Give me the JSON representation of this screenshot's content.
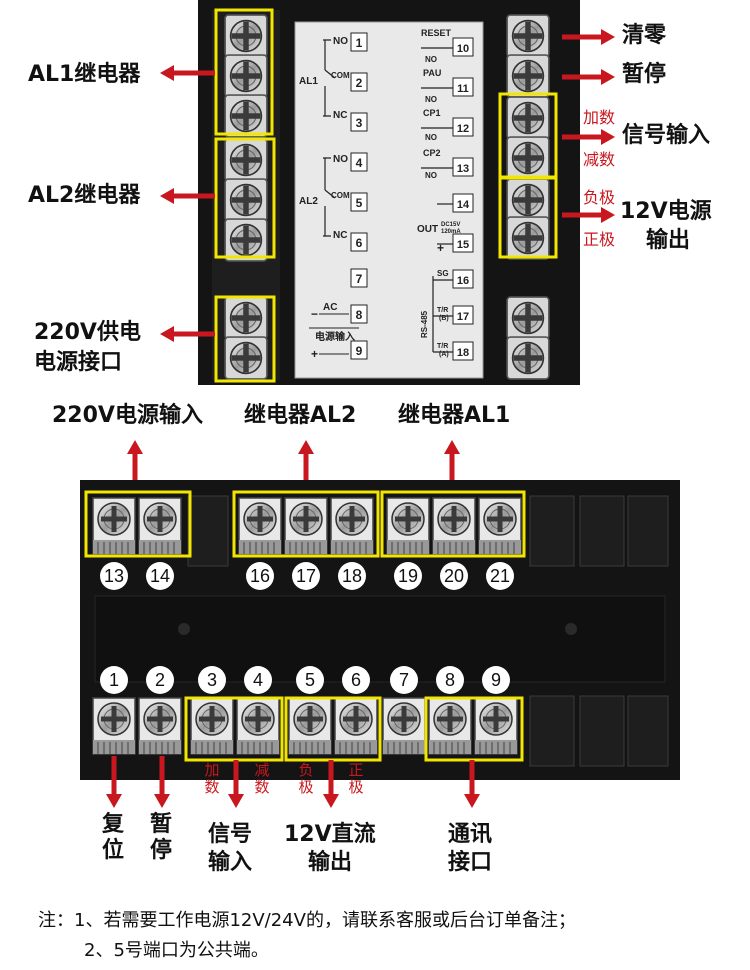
{
  "colors": {
    "accent_red": "#c8171e",
    "highlight_yellow": "#f2e600",
    "body_black": "#141414"
  },
  "top": {
    "left_labels": {
      "al1": "AL1继电器",
      "al2": "AL2继电器",
      "power": [
        "220V供电",
        "电源接口"
      ]
    },
    "right_labels": {
      "reset": "清零",
      "pause": "暂停",
      "signal_plus": "加数",
      "signal_minus": "减数",
      "signal_input": "信号输入",
      "neg": "负极",
      "pos": "正极",
      "out_l1": "12V电源",
      "out_l2": "输出"
    },
    "face": {
      "left_nums": [
        "1",
        "2",
        "3",
        "4",
        "5",
        "6",
        "7",
        "8",
        "9"
      ],
      "right_nums": [
        "10",
        "11",
        "12",
        "13",
        "14",
        "15",
        "16",
        "17",
        "18"
      ],
      "no": "NO",
      "com": "COM",
      "nc": "NC",
      "al1": "AL1",
      "al2": "AL2",
      "reset": "RESET",
      "pau": "PAU",
      "cp1": "CP1",
      "cp2": "CP2",
      "out": "OUT",
      "dc": "DC15V",
      "ma": "120mA",
      "plus": "+",
      "minus": "−",
      "sg": "SG",
      "rs485": "RS-485",
      "trb1": "T/R",
      "trb2": "(B)",
      "tra1": "T/R",
      "tra2": "(A)",
      "ac": "AC",
      "power_in": "电源输入"
    }
  },
  "bottom": {
    "top_labels": {
      "power": "220V电源输入",
      "al2": "继电器AL2",
      "al1": "继电器AL1"
    },
    "top_nums": [
      "13",
      "14",
      "16",
      "17",
      "18",
      "19",
      "20",
      "21"
    ],
    "bottom_nums": [
      "1",
      "2",
      "3",
      "4",
      "5",
      "6",
      "7",
      "8",
      "9"
    ],
    "red": {
      "plus": "加数",
      "minus": "减数",
      "neg": "负极",
      "pos": "正极"
    },
    "labels": {
      "reset": "复位",
      "pause": "暂停",
      "signal": [
        "信号",
        "输入"
      ],
      "dc": [
        "12V直流",
        "输出"
      ],
      "comm": [
        "通讯",
        "接口"
      ]
    }
  },
  "notes": [
    "注：1、若需要工作电源12V/24V的，请联系客服或后台订单备注；",
    "2、5号端口为公共端。"
  ]
}
